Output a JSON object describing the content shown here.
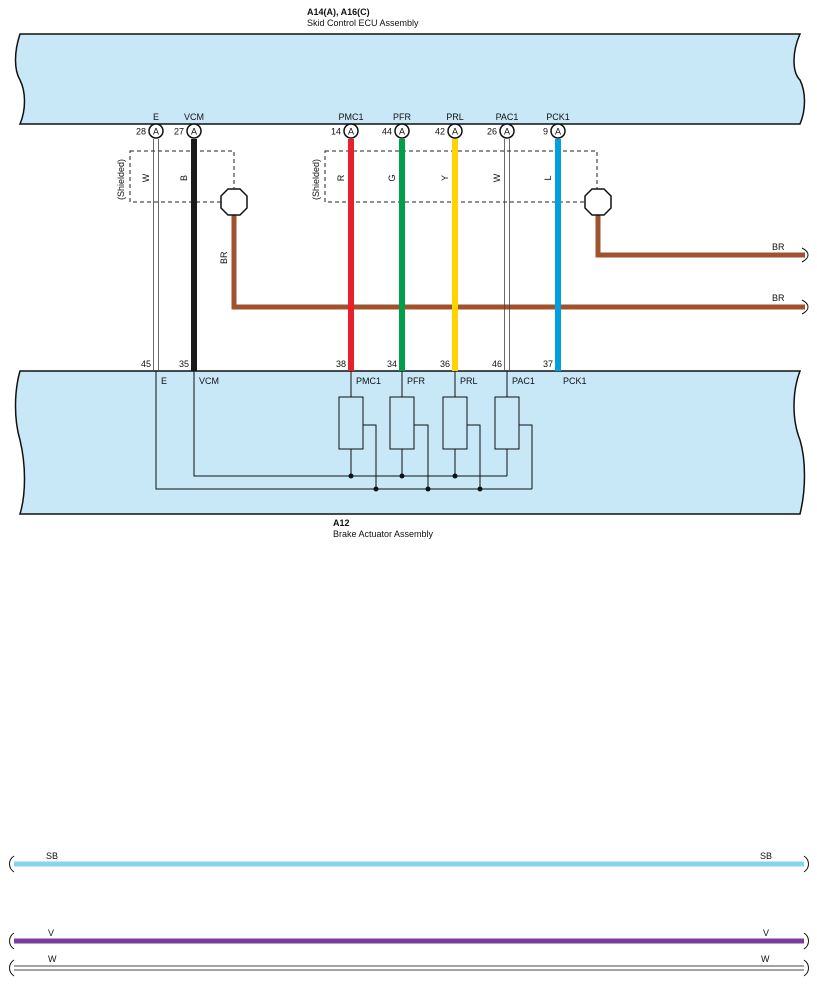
{
  "top_component": {
    "code": "A14(A), A16(C)",
    "name": "Skid Control ECU Assembly",
    "fill_color": "#c8e8f8"
  },
  "bottom_component": {
    "code": "A12",
    "name": "Brake Actuator Assembly",
    "fill_color": "#c8e8f8"
  },
  "connector_letter": "A",
  "shield_label": "(Shielded)",
  "wires": [
    {
      "signal": "E",
      "top_pin": "28",
      "bottom_pin": "45",
      "bottom_label": "E",
      "color_code": "W",
      "color": "#ffffff",
      "thick": false
    },
    {
      "signal": "VCM",
      "top_pin": "27",
      "bottom_pin": "35",
      "bottom_label": "VCM",
      "color_code": "B",
      "color": "#1a1a1a",
      "thick": true
    },
    {
      "signal": "PMC1",
      "top_pin": "14",
      "bottom_pin": "38",
      "bottom_label": "PMC1",
      "color_code": "R",
      "color": "#e8202a",
      "thick": true
    },
    {
      "signal": "PFR",
      "top_pin": "44",
      "bottom_pin": "34",
      "bottom_label": "PFR",
      "color_code": "G",
      "color": "#00a04a",
      "thick": true
    },
    {
      "signal": "PRL",
      "top_pin": "42",
      "bottom_pin": "36",
      "bottom_label": "PRL",
      "color_code": "Y",
      "color": "#ffd400",
      "thick": true
    },
    {
      "signal": "PAC1",
      "top_pin": "26",
      "bottom_pin": "46",
      "bottom_label": "PAC1",
      "color_code": "W",
      "color": "#ffffff",
      "thick": false
    },
    {
      "signal": "PCK1",
      "top_pin": "9",
      "bottom_pin": "37",
      "bottom_label": "PCK1",
      "color_code": "L",
      "color": "#00a0e0",
      "thick": true
    }
  ],
  "ground_wires": [
    {
      "color_code": "BR",
      "color": "#a0522d"
    },
    {
      "color_code": "BR",
      "color": "#a0522d"
    }
  ],
  "continuation_wires": [
    {
      "color_code": "SB",
      "color": "#87d3f0"
    },
    {
      "color_code": "V",
      "color": "#7b3d9a"
    },
    {
      "color_code": "W",
      "color": "#ffffff"
    }
  ]
}
